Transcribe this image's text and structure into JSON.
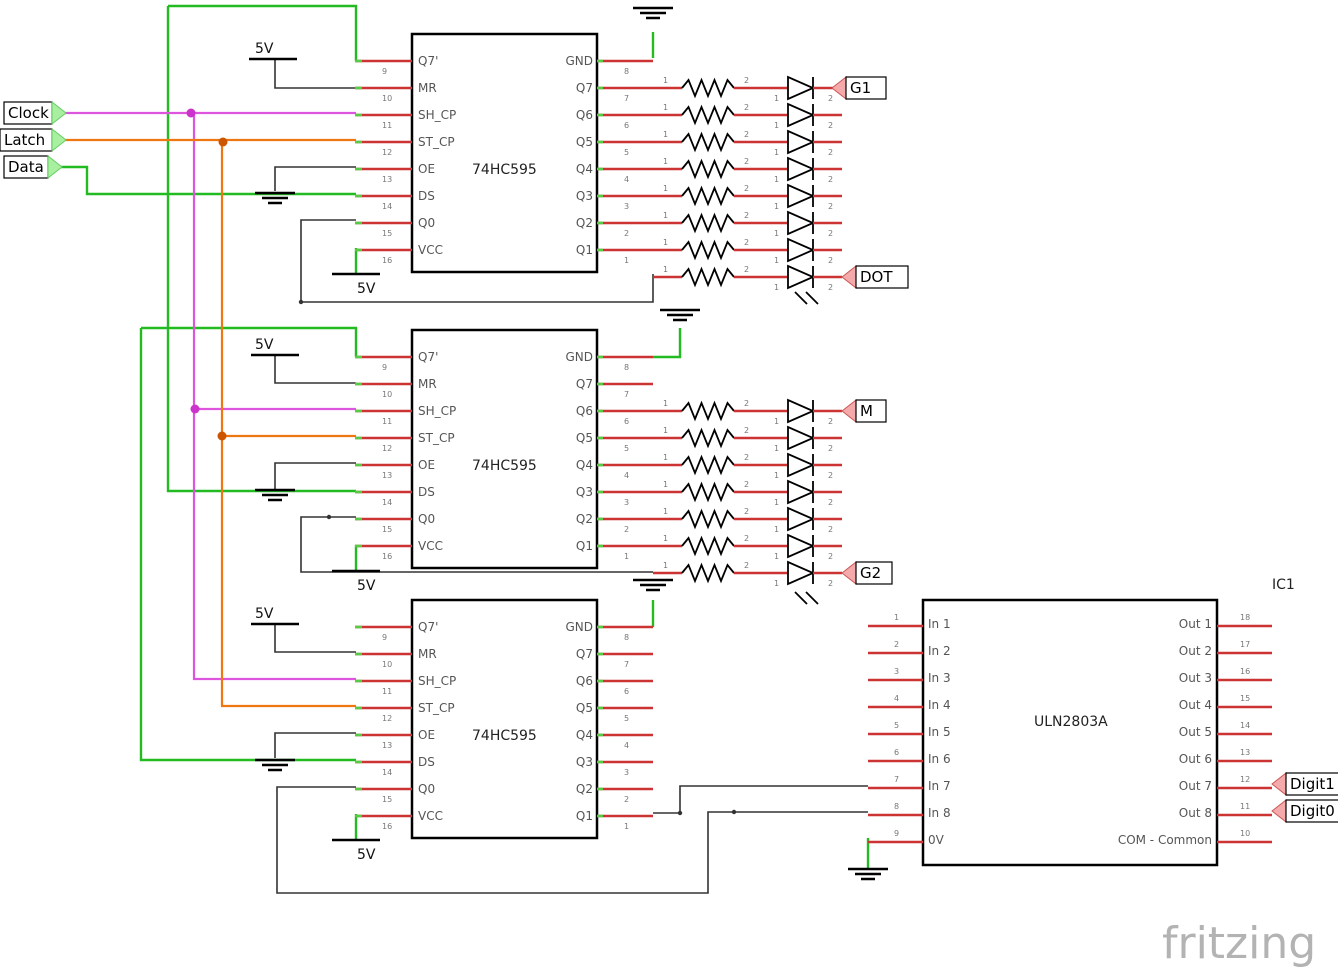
{
  "chips": [
    {
      "name": "74HC595",
      "left_pins": [
        {
          "label": "Q7'",
          "num": "9"
        },
        {
          "label": "MR",
          "num": "10"
        },
        {
          "label": "SH_CP",
          "num": "11"
        },
        {
          "label": "ST_CP",
          "num": "12"
        },
        {
          "label": "OE",
          "num": "13"
        },
        {
          "label": "DS",
          "num": "14"
        },
        {
          "label": "Q0",
          "num": "15"
        },
        {
          "label": "VCC",
          "num": "16"
        }
      ],
      "right_pins": [
        {
          "label": "GND",
          "num": "8"
        },
        {
          "label": "Q7",
          "num": "7"
        },
        {
          "label": "Q6",
          "num": "6"
        },
        {
          "label": "Q5",
          "num": "5"
        },
        {
          "label": "Q4",
          "num": "4"
        },
        {
          "label": "Q3",
          "num": "3"
        },
        {
          "label": "Q2",
          "num": "2"
        },
        {
          "label": "Q1",
          "num": "1"
        }
      ]
    },
    {
      "name": "74HC595",
      "left_pins": [
        {
          "label": "Q7'",
          "num": "9"
        },
        {
          "label": "MR",
          "num": "10"
        },
        {
          "label": "SH_CP",
          "num": "11"
        },
        {
          "label": "ST_CP",
          "num": "12"
        },
        {
          "label": "OE",
          "num": "13"
        },
        {
          "label": "DS",
          "num": "14"
        },
        {
          "label": "Q0",
          "num": "15"
        },
        {
          "label": "VCC",
          "num": "16"
        }
      ],
      "right_pins": [
        {
          "label": "GND",
          "num": "8"
        },
        {
          "label": "Q7",
          "num": "7"
        },
        {
          "label": "Q6",
          "num": "6"
        },
        {
          "label": "Q5",
          "num": "5"
        },
        {
          "label": "Q4",
          "num": "4"
        },
        {
          "label": "Q3",
          "num": "3"
        },
        {
          "label": "Q2",
          "num": "2"
        },
        {
          "label": "Q1",
          "num": "1"
        }
      ]
    },
    {
      "name": "74HC595",
      "left_pins": [
        {
          "label": "Q7'",
          "num": "9"
        },
        {
          "label": "MR",
          "num": "10"
        },
        {
          "label": "SH_CP",
          "num": "11"
        },
        {
          "label": "ST_CP",
          "num": "12"
        },
        {
          "label": "OE",
          "num": "13"
        },
        {
          "label": "DS",
          "num": "14"
        },
        {
          "label": "Q0",
          "num": "15"
        },
        {
          "label": "VCC",
          "num": "16"
        }
      ],
      "right_pins": [
        {
          "label": "GND",
          "num": "8"
        },
        {
          "label": "Q7",
          "num": "7"
        },
        {
          "label": "Q6",
          "num": "6"
        },
        {
          "label": "Q5",
          "num": "5"
        },
        {
          "label": "Q4",
          "num": "4"
        },
        {
          "label": "Q3",
          "num": "3"
        },
        {
          "label": "Q2",
          "num": "2"
        },
        {
          "label": "Q1",
          "num": "1"
        }
      ]
    }
  ],
  "uln": {
    "name": "ULN2803A",
    "ref": "IC1",
    "left_pins": [
      {
        "label": "In 1",
        "num": "1"
      },
      {
        "label": "In 2",
        "num": "2"
      },
      {
        "label": "In 3",
        "num": "3"
      },
      {
        "label": "In 4",
        "num": "4"
      },
      {
        "label": "In 5",
        "num": "5"
      },
      {
        "label": "In 6",
        "num": "6"
      },
      {
        "label": "In 7",
        "num": "7"
      },
      {
        "label": "In 8",
        "num": "8"
      },
      {
        "label": "0V",
        "num": "9"
      }
    ],
    "right_pins": [
      {
        "label": "Out 1",
        "num": "18"
      },
      {
        "label": "Out 2",
        "num": "17"
      },
      {
        "label": "Out 3",
        "num": "16"
      },
      {
        "label": "Out 4",
        "num": "15"
      },
      {
        "label": "Out 5",
        "num": "14"
      },
      {
        "label": "Out 6",
        "num": "13"
      },
      {
        "label": "Out 7",
        "num": "12"
      },
      {
        "label": "Out 8",
        "num": "11"
      },
      {
        "label": "COM - Common",
        "num": "10"
      }
    ]
  },
  "power": {
    "vcc_label": "5V"
  },
  "inputs": {
    "clock": "Clock",
    "latch": "Latch",
    "data": "Data"
  },
  "segment_nets": {
    "g1": "G1",
    "dot": "DOT",
    "m": "M",
    "g2": "G2"
  },
  "digit_nets": {
    "digit1": "Digit1",
    "digit0": "Digit0"
  },
  "resistor_pins": {
    "in": "1",
    "out": "2"
  },
  "led_pins": {
    "anode": "1",
    "cathode": "2"
  },
  "watermark": "fritzing",
  "colors": {
    "pin": "#cc3333",
    "pin_connected": "#55cc44",
    "wire_green": "#22bb22",
    "wire_pink": "#dd55dd",
    "wire_orange": "#ee7711",
    "wire_black": "#333333"
  }
}
